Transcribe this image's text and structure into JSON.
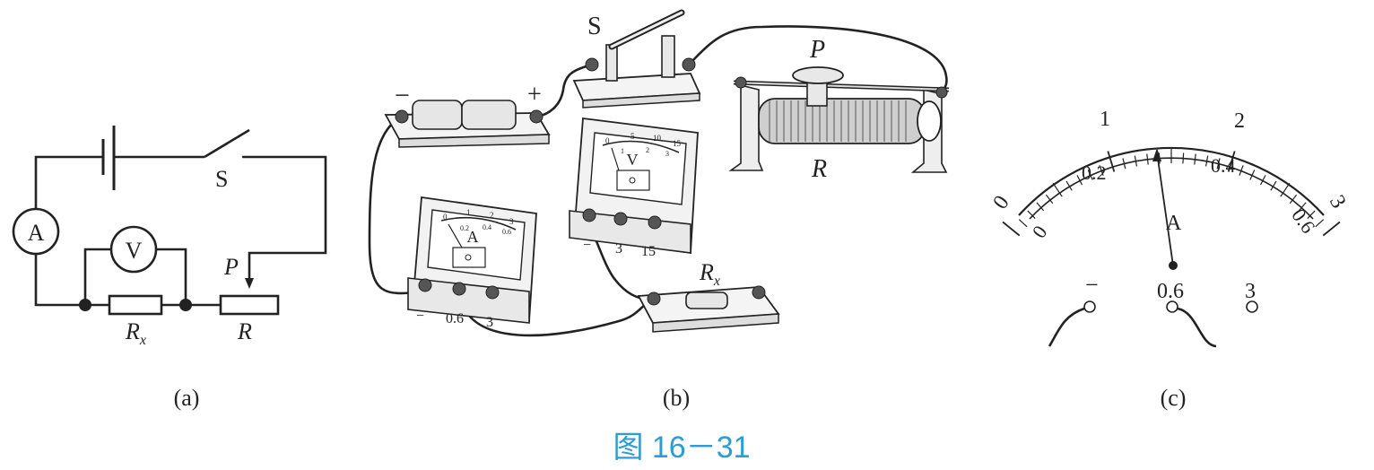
{
  "figure_title": "图 16－31",
  "panel_a": {
    "caption": "(a)",
    "ammeter": "A",
    "voltmeter": "V",
    "switch": "S",
    "slider": "P",
    "resistor_x": "R",
    "resistor_x_sub": "x",
    "rheostat": "R"
  },
  "panel_b": {
    "caption": "(b)",
    "switch": "S",
    "battery_neg": "−",
    "battery_pos": "+",
    "slider": "P",
    "rheostat": "R",
    "resistor_x": "R",
    "resistor_x_sub": "x",
    "voltmeter_symbol": "V",
    "voltmeter_terminals": [
      "−",
      "3",
      "15"
    ],
    "voltmeter_scale": [
      "0",
      "5",
      "10",
      "15"
    ],
    "voltmeter_scale_inner": [
      "1",
      "2",
      "3"
    ],
    "ammeter_symbol": "A",
    "ammeter_terminals": [
      "−",
      "0.6",
      "3"
    ],
    "ammeter_scale": [
      "0",
      "1",
      "2",
      "3"
    ],
    "ammeter_scale_inner": [
      "0.2",
      "0.4",
      "0.6"
    ]
  },
  "panel_c": {
    "caption": "(c)",
    "meter_symbol": "A",
    "outer_scale": [
      "0",
      "1",
      "2",
      "3"
    ],
    "inner_scale": [
      "0",
      "0.2",
      "0.4",
      "0.6"
    ],
    "terminals": [
      "−",
      "0.6",
      "3"
    ],
    "needle_reading_inner_scale": 0.22
  }
}
